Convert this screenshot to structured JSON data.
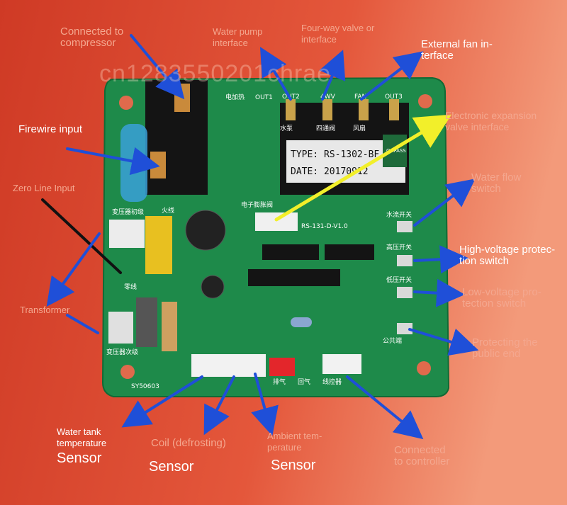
{
  "colors": {
    "background_left": "#cf3a25",
    "background_right": "#f08a6a",
    "pcb_green": "#1e8a4a",
    "arrow_blue": "#1f4fd8",
    "arrow_yellow": "#f2ef2a",
    "arrow_black": "#111111"
  },
  "watermark": "cn1283550201chrae",
  "labels": {
    "compressor": "Connected to\ncompressor",
    "water_pump": "Water pump\ninterface",
    "four_way": "Four-way valve or\ninterface",
    "external_fan": "External fan in-\nterface",
    "eev": "Electronic expansion\nvalve interface",
    "firewire": "Firewire input",
    "zero_line": "Zero Line Input",
    "water_flow": "Water flow\nswitch",
    "high_voltage": "High-voltage protec-\ntion switch",
    "low_voltage": "Low-voltage pro-\ntection switch",
    "transformer": "Transformer",
    "public_end": "Protecting the\npublic end",
    "water_tank": "Water tank\ntemperature",
    "coil": "Coil (defrosting)",
    "ambient": "Ambient tem-\nperature",
    "controller": "Connected\nto controller",
    "sensor_1": "Sensor",
    "sensor_2": "Sensor",
    "sensor_3": "Sensor"
  },
  "board": {
    "type_label": "TYPE: RS-1302-BF",
    "date_label": "DATE: 20170912",
    "model": "RS-131-D-V1.0",
    "serial": "SY50603",
    "pass_stamp": "QAPASS",
    "silk_out1": "OUT1",
    "silk_out2": "OUT2",
    "silk_4wv": "4WV",
    "silk_fan": "FAN",
    "silk_out3": "OUT3",
    "silk_electric_heat": "电加热",
    "silk_water_pump": "水泵",
    "silk_four_way_valve": "四通阀",
    "silk_fan_cn": "风扇",
    "silk_fire_line": "火线",
    "silk_zero_line": "零线",
    "silk_transformer_primary": "变压器初级",
    "silk_transformer_secondary": "变压器次级",
    "silk_eev": "电子膨胀阀",
    "silk_water_flow": "水流开关",
    "silk_high_pressure": "高压开关",
    "silk_low_pressure": "低压开关",
    "silk_common": "公共端",
    "silk_exhaust": "排气",
    "silk_return": "回气",
    "silk_wire_controller": "线控器"
  }
}
